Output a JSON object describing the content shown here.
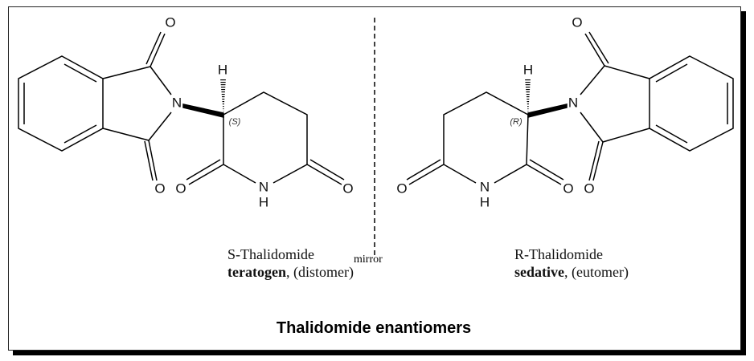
{
  "left_molecule": {
    "name": "S-Thalidomide",
    "role": "teratogen",
    "note": ", (distomer)",
    "stereo_label": "(S)",
    "atoms": {
      "O": "O",
      "N": "N",
      "H": "H"
    }
  },
  "right_molecule": {
    "name": "R-Thalidomide",
    "role": "sedative",
    "note": ", (eutomer)",
    "stereo_label": "(R)"
  },
  "mirror_label": "mirror",
  "title": "Thalidomide enantiomers"
}
